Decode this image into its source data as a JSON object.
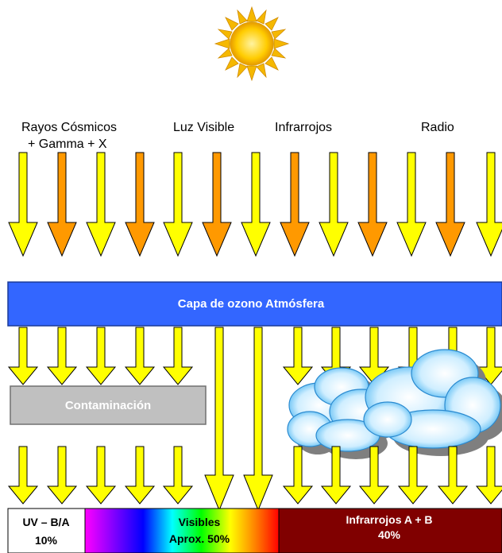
{
  "labels": {
    "cosmic_line1": "Rayos Cósmicos",
    "cosmic_line2": "+ Gamma + X",
    "visible_light": "Luz Visible",
    "infrared": "Infrarrojos",
    "radio": "Radio"
  },
  "ozone_layer": {
    "label": "Capa de ozono Atmósfera",
    "color": "#3366ff"
  },
  "pollution": {
    "label": "Contaminación",
    "color": "#c0c0c0"
  },
  "bottom_bands": {
    "uv": {
      "line1": "UV – B/A",
      "line2": "10%"
    },
    "visible": {
      "line1": "Visibles",
      "line2": "Aprox. 50%"
    },
    "infrared": {
      "line1": "Infrarrojos A + B",
      "line2": "40%",
      "color": "#800000"
    }
  },
  "colors": {
    "arrow_yellow": "#ffff00",
    "arrow_orange": "#ff9900",
    "sun": "#ffcc00"
  }
}
